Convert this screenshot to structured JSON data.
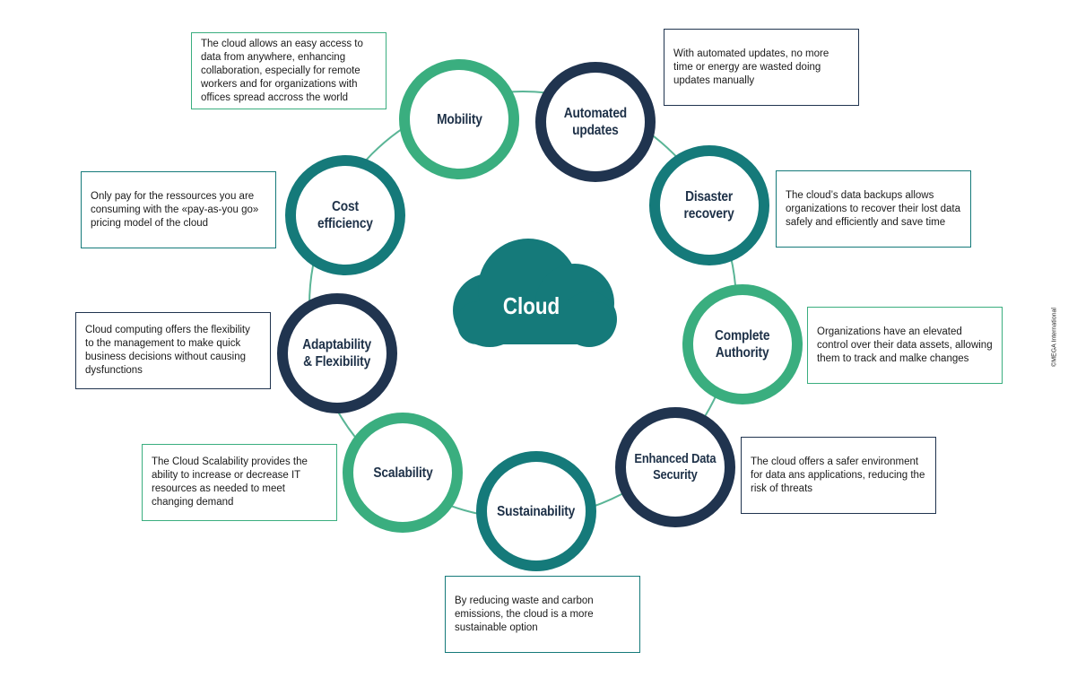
{
  "center": {
    "label": "Cloud"
  },
  "copyright": "©MEGA International",
  "nodes": [
    {
      "label": "Mobility",
      "description": "The cloud allows an easy access to data from anywhere, enhancing collaboration, especially for remote workers and for organizations with offices spread accross the world"
    },
    {
      "label": "Automated\nupdates",
      "description": "With automated updates, no more time or energy are wasted doing updates manually"
    },
    {
      "label": "Disaster\nrecovery",
      "description": "The cloud’s data backups allows organizations to recover their lost data safely and efficiently and save time"
    },
    {
      "label": "Complete\nAuthority",
      "description": "Organizations have an elevated control over their data assets, allowing them to track and malke changes"
    },
    {
      "label": "Enhanced Data\nSecurity",
      "description": "The cloud offers a safer environment for data ans applications, reducing the risk of threats"
    },
    {
      "label": "Sustainability",
      "description": "By reducing waste and carbon emissions, the cloud is a more sustainable  option"
    },
    {
      "label": "Scalability",
      "description": "The Cloud Scalability provides the ability to increase or decrease IT resources as needed to meet changing demand"
    },
    {
      "label": "Adaptability\n& Flexibility",
      "description": "Cloud computing offers the flexibility to the management to make quick business decisions without causing dysfunctions"
    },
    {
      "label": "Cost\nefficiency",
      "description": "Only pay for the ressources you are consuming with the «pay-as-you go» pricing model of the cloud"
    }
  ],
  "colors": {
    "navy": "#20344f",
    "teal": "#157a7a",
    "green": "#3aae7f",
    "connector": "#5ab596",
    "cloud": "#157a7a"
  }
}
